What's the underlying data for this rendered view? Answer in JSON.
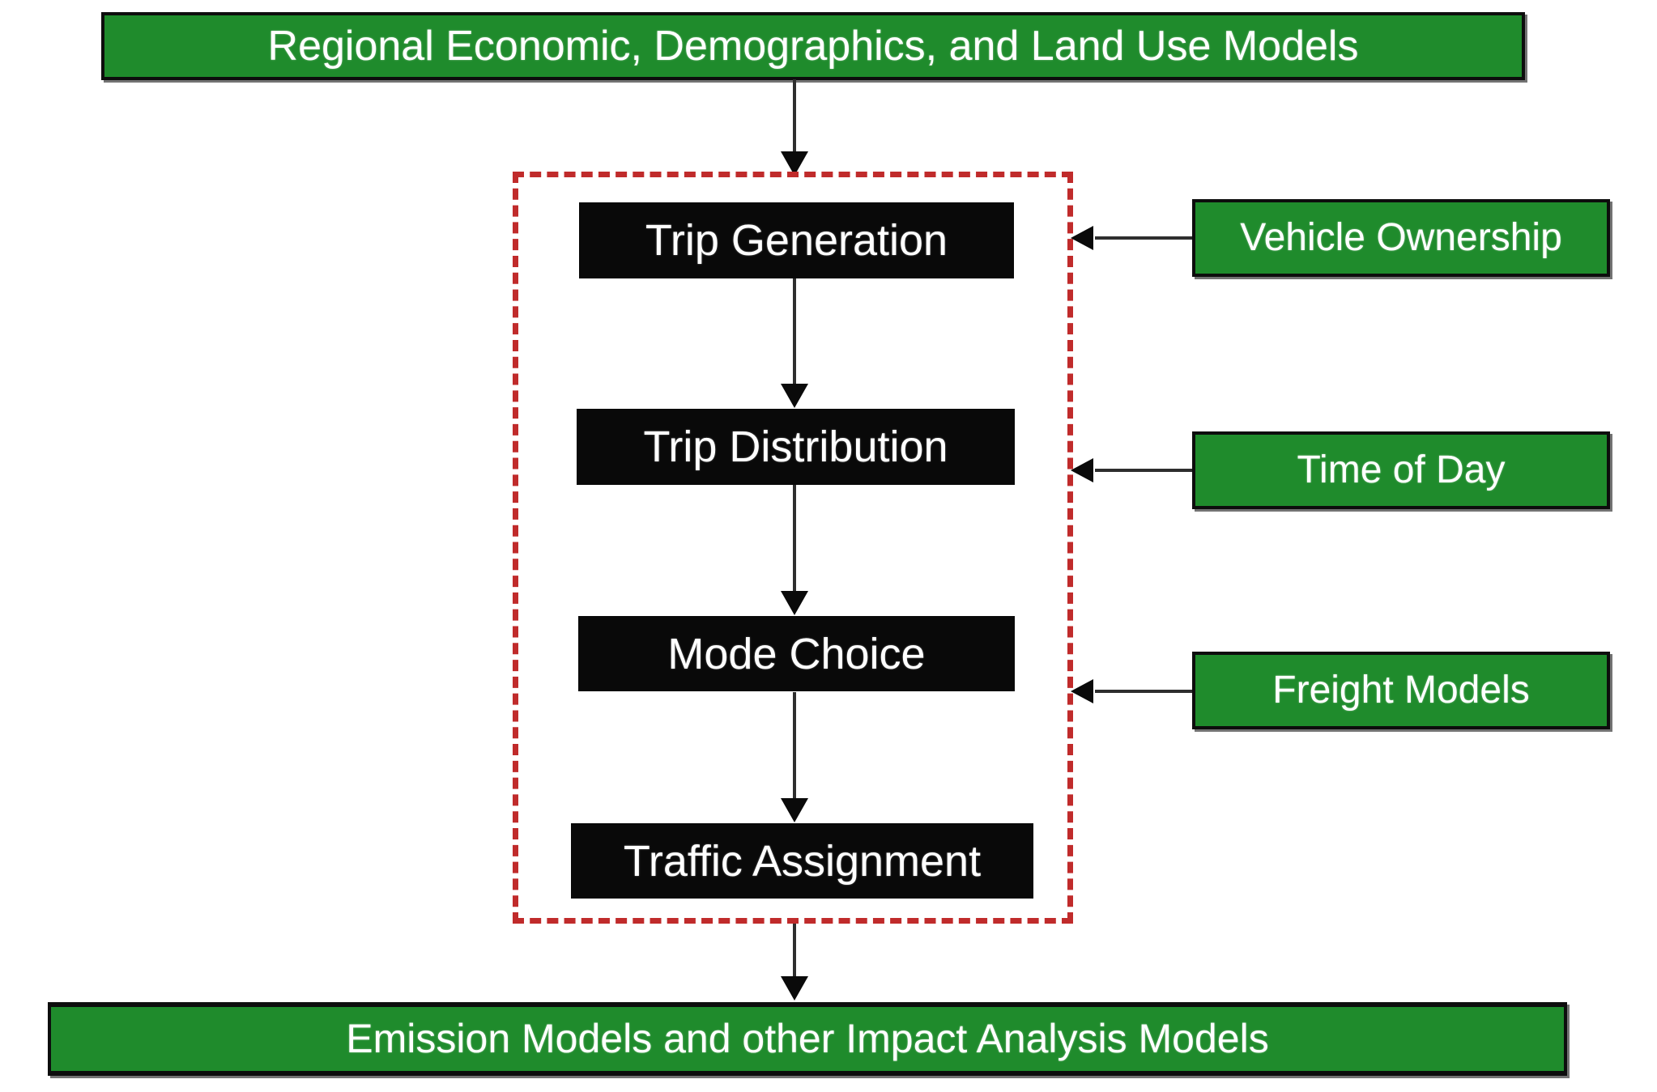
{
  "diagram": {
    "top_box": {
      "label": "Regional Economic, Demographics, and Land Use Models"
    },
    "core_group": {
      "steps": [
        {
          "label": "Trip Generation"
        },
        {
          "label": "Trip Distribution"
        },
        {
          "label": "Mode Choice"
        },
        {
          "label": "Traffic Assignment"
        }
      ]
    },
    "side_inputs": [
      {
        "label": "Vehicle Ownership"
      },
      {
        "label": "Time of Day"
      },
      {
        "label": "Freight Models"
      }
    ],
    "bottom_box": {
      "label": "Emission Models and other Impact Analysis Models"
    },
    "colors": {
      "box_green": "#1f8b2c",
      "box_black": "#090909",
      "dashed_border_red": "#c02b2b",
      "arrow_black": "#2e2e2e",
      "text_white": "#ffffff",
      "background": "#ffffff"
    }
  }
}
